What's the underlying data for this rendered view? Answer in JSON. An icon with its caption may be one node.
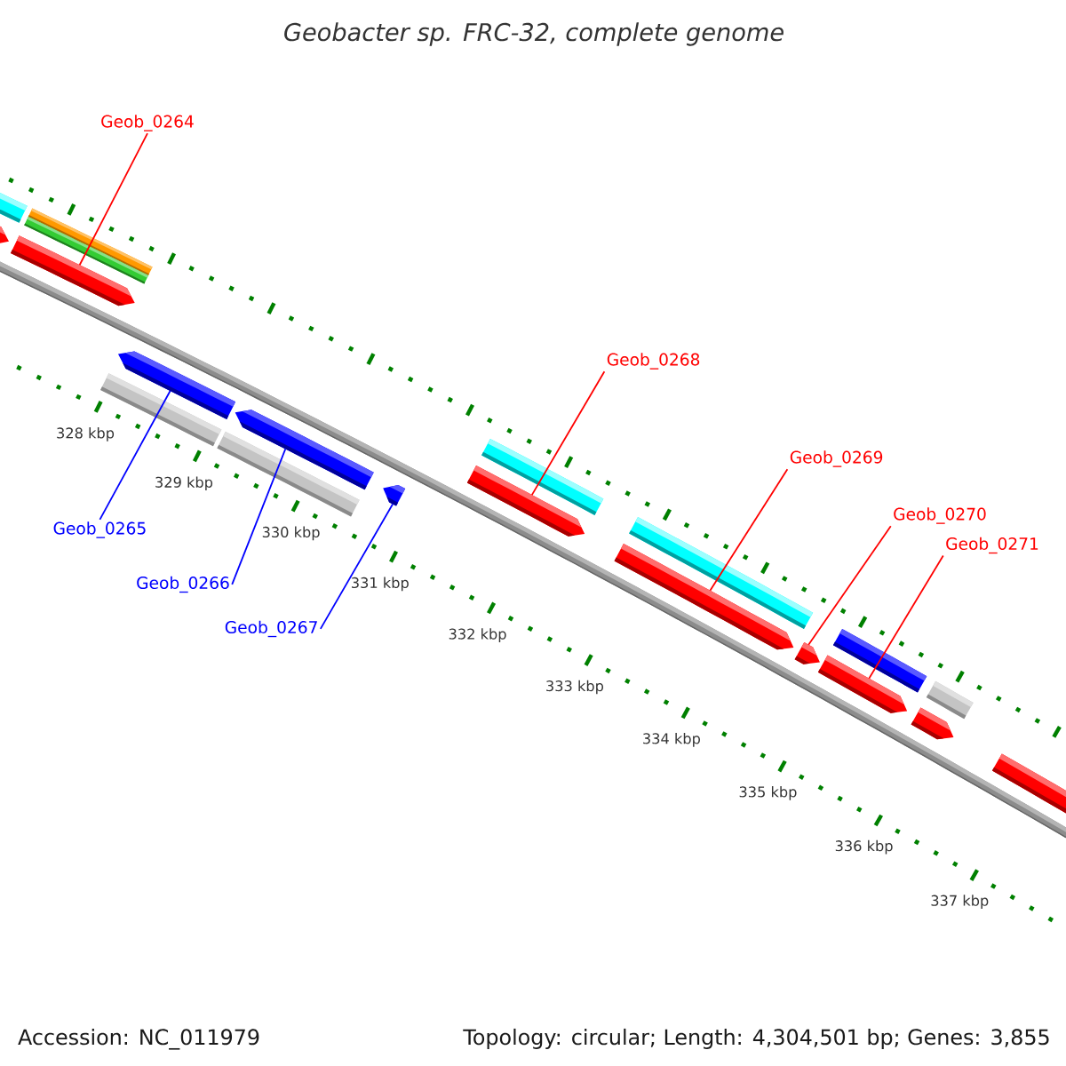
{
  "diagram": {
    "title": "Geobacter sp. FRC-32, complete genome",
    "nodes": [
      {
        "text": [
          "Geob_0264"
        ]
      },
      {
        "text": [
          "Geob_0265"
        ]
      },
      {
        "text": [
          "Geob_0266"
        ]
      },
      {
        "text": [
          "Geob_0267"
        ]
      },
      {
        "text": [
          "Geob_0268"
        ]
      },
      {
        "text": [
          "Geob_0269"
        ]
      },
      {
        "text": [
          "Geob_0270"
        ]
      },
      {
        "text": [
          "Geob_0271"
        ]
      },
      {
        "text": [],
        "shape": "bar"
      },
      {
        "text": [],
        "shape": "bar"
      },
      {
        "text": [],
        "shape": "bar"
      },
      {
        "text": [],
        "shape": "bar"
      },
      {
        "text": [],
        "shape": "bar"
      },
      {
        "text": [],
        "shape": "bar"
      },
      {
        "text": [],
        "shape": "bar"
      },
      {
        "text": [],
        "shape": "bar"
      },
      {
        "text": [],
        "shape": "bar"
      },
      {
        "text": [],
        "shape": "bar"
      },
      {
        "text": [],
        "shape": "bar"
      },
      {
        "text": [],
        "shape": "bar"
      },
      {
        "text": [],
        "shape": "bar"
      },
      {
        "text": [],
        "shape": "bar"
      },
      {
        "text": [],
        "shape": "bar"
      },
      {
        "text": [],
        "shape": "bar"
      },
      {
        "text": [],
        "shape": "bar"
      },
      {
        "text": [],
        "shape": "bar"
      },
      {
        "text": [],
        "shape": "bar"
      },
      {
        "text": [],
        "shape": "bar"
      }
    ],
    "edges": [
      {
        "from": 0,
        "to": 12,
        "arrow": "none"
      },
      {
        "from": 1,
        "to": 13,
        "arrow": "none",
        "color": "#0000ff"
      },
      {
        "from": 2,
        "to": 15,
        "arrow": "none",
        "color": "#0000ff"
      },
      {
        "from": 3,
        "to": 17,
        "arrow": "none",
        "color": "#0000ff"
      },
      {
        "from": 4,
        "to": 19,
        "arrow": "none"
      },
      {
        "from": 5,
        "to": 21,
        "arrow": "none"
      },
      {
        "from": 6,
        "to": 22,
        "arrow": "none"
      },
      {
        "from": 7,
        "to": 24,
        "arrow": "none"
      }
    ],
    "labels": [
      "328 kbp",
      "329 kbp",
      "330 kbp",
      "331 kbp",
      "332 kbp",
      "333 kbp",
      "334 kbp",
      "335 kbp",
      "336 kbp",
      "337 kbp",
      "Accession: NC_011979",
      "Topology: circular; Length: 4,304,501 bp; Genes: 3,855"
    ]
  }
}
